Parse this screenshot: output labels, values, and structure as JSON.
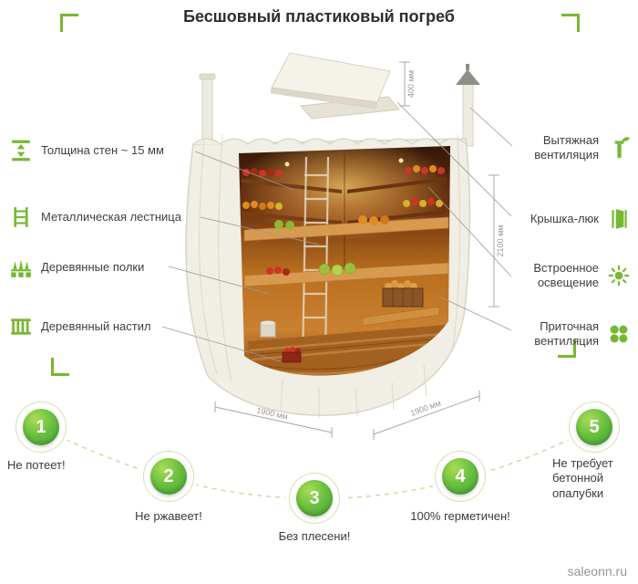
{
  "title": "Бесшовный пластиковый погреб",
  "colors": {
    "accent_green": "#76b832",
    "badge_green": "#4caf3e",
    "wood": "#d89a4f",
    "shell": "#f1eee5"
  },
  "left_callouts": [
    {
      "icon": "wall-thickness-icon",
      "label": "Толщина стен ~ 15 мм"
    },
    {
      "icon": "ladder-icon",
      "label": "Металлическая лестница"
    },
    {
      "icon": "shelves-icon",
      "label": "Деревянные полки"
    },
    {
      "icon": "flooring-icon",
      "label": "Деревянный настил"
    }
  ],
  "right_callouts": [
    {
      "icon": "exhaust-vent-icon",
      "label": "Вытяжная вентиляция"
    },
    {
      "icon": "hatch-icon",
      "label": "Крышка-люк"
    },
    {
      "icon": "lighting-icon",
      "label": "Встроенное освещение"
    },
    {
      "icon": "supply-vent-icon",
      "label": "Приточная вентиляция"
    }
  ],
  "dimensions": {
    "lid_height": "400 мм",
    "body_height": "2100 мм",
    "width_left": "1900 мм",
    "width_right": "1900 мм"
  },
  "benefits": [
    {
      "number": "1",
      "label": "Не потеет!"
    },
    {
      "number": "2",
      "label": "Не ржавеет!"
    },
    {
      "number": "3",
      "label": "Без плесени!"
    },
    {
      "number": "4",
      "label": "100% герметичен!"
    },
    {
      "number": "5",
      "label": "Не требует бетонной опалубки"
    }
  ],
  "watermark": "saleonn.ru"
}
